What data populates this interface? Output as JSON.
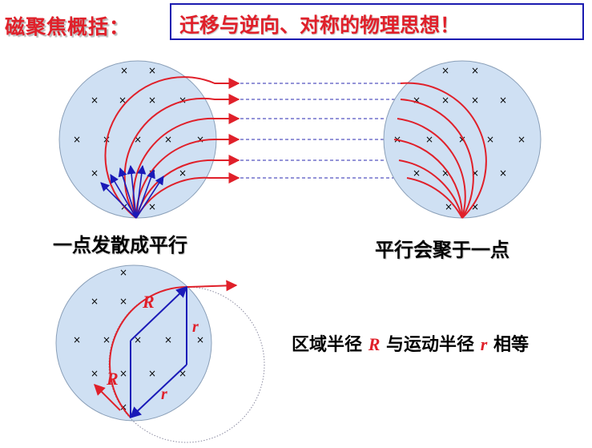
{
  "heading": {
    "label": "磁聚焦概括：",
    "boxed_text": "迁移与逆向、对称的物理思想！"
  },
  "captions": {
    "diverge": "一点发散成平行",
    "converge": "平行会聚于一点"
  },
  "note": {
    "prefix": "区域半径",
    "var_R": "R",
    "middle": "与运动半径",
    "var_r": "r",
    "suffix": "相等"
  },
  "labels": {
    "R_top": "R",
    "R_left": "R",
    "r_right": "r",
    "r_bottom": "r"
  },
  "field_mark": "×",
  "colors": {
    "accent_red": "#e0202a",
    "circle_fill": "#cfe0f3",
    "vector_blue": "#1a1ab8"
  }
}
